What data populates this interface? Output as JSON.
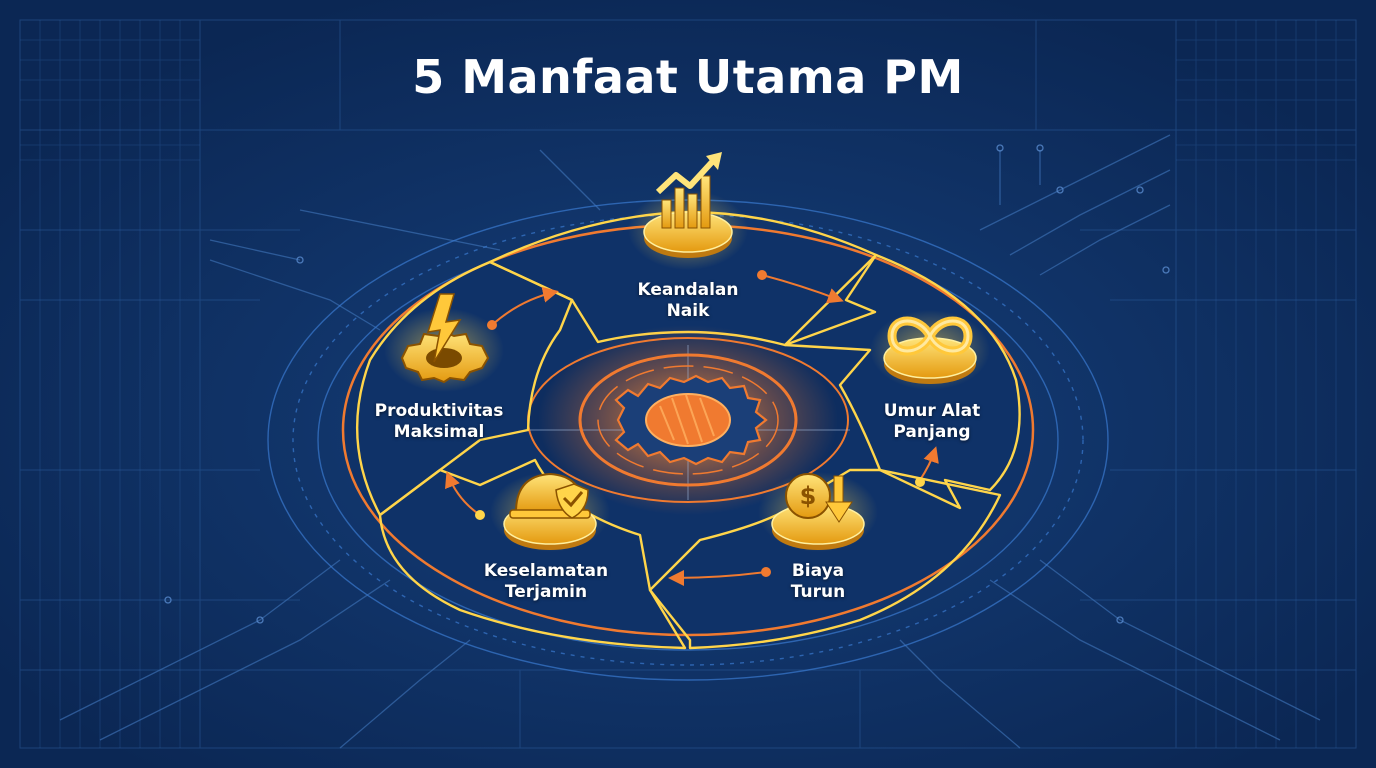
{
  "title": "5 Manfaat Utama PM",
  "benefits": [
    {
      "id": "reliability",
      "line1": "Keandalan",
      "line2": "Naik",
      "icon": "chart-up-icon"
    },
    {
      "id": "lifespan",
      "line1": "Umur Alat",
      "line2": "Panjang",
      "icon": "infinity-icon"
    },
    {
      "id": "cost",
      "line1": "Biaya",
      "line2": "Turun",
      "icon": "dollar-down-icon"
    },
    {
      "id": "safety",
      "line1": "Keselamatan",
      "line2": "Terjamin",
      "icon": "helmet-shield-icon"
    },
    {
      "id": "productivity",
      "line1": "Produktivitas",
      "line2": "Maksimal",
      "icon": "lightning-gear-icon"
    }
  ],
  "center_icon": "gear-icon",
  "colors": {
    "background": "#0d2c5c",
    "grid": "#2a5a9a",
    "orange": "#f07a30",
    "yellow": "#ffd54a",
    "gold": "#f5b820"
  }
}
